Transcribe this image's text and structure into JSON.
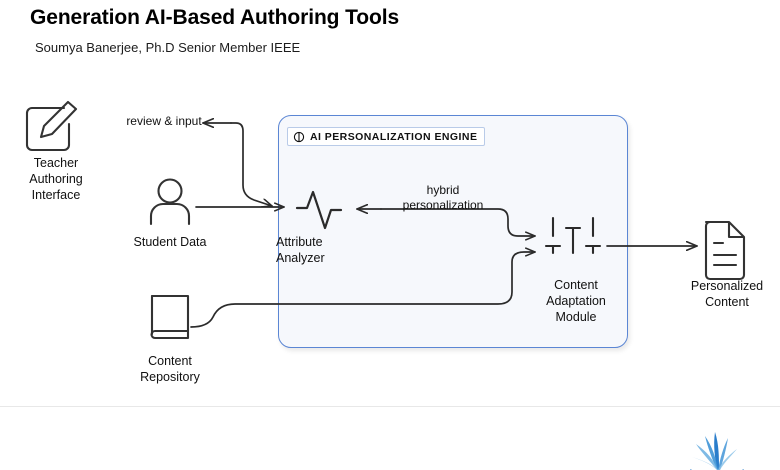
{
  "slide": {
    "title": "Generation AI-Based Authoring Tools",
    "subtitle": "Soumya Banerjee, Ph.D Senior Member IEEE"
  },
  "engine": {
    "badge_label": "AI PERSONALIZATION ENGINE",
    "badge_icon": "contrast-circle-icon",
    "border_color": "#5b86d4",
    "fill_color": "#f6f8fc"
  },
  "nodes": [
    {
      "id": "teacher-authoring-interface",
      "label": "Teacher\nAuthoring\nInterface",
      "icon": "pencil-square-edit-icon"
    },
    {
      "id": "student-data",
      "label": "Student Data",
      "icon": "person-user-icon"
    },
    {
      "id": "content-repository",
      "label": "Content\nRepository",
      "icon": "book-repository-icon"
    },
    {
      "id": "attribute-analyzer",
      "label": "Attribute\nAnalyzer",
      "icon": "pulse-waveform-activity-icon"
    },
    {
      "id": "content-adaptation-module",
      "label": "Content\nAdaptation\nModule",
      "icon": "tune-sliders-icon"
    },
    {
      "id": "personalized-content",
      "label": "Personalized\nContent",
      "icon": "document-file-icon"
    }
  ],
  "edges": [
    {
      "id": "review-input",
      "label": "review & input"
    },
    {
      "id": "hybrid-personalization",
      "label": "hybrid\npersonalization"
    }
  ],
  "footer": {
    "logo_icon": "blue-fan-feather-logo"
  },
  "colors": {
    "stroke": "#2b2b2b",
    "accent": "#1f6fd0",
    "divider": "#e8e8e8"
  }
}
